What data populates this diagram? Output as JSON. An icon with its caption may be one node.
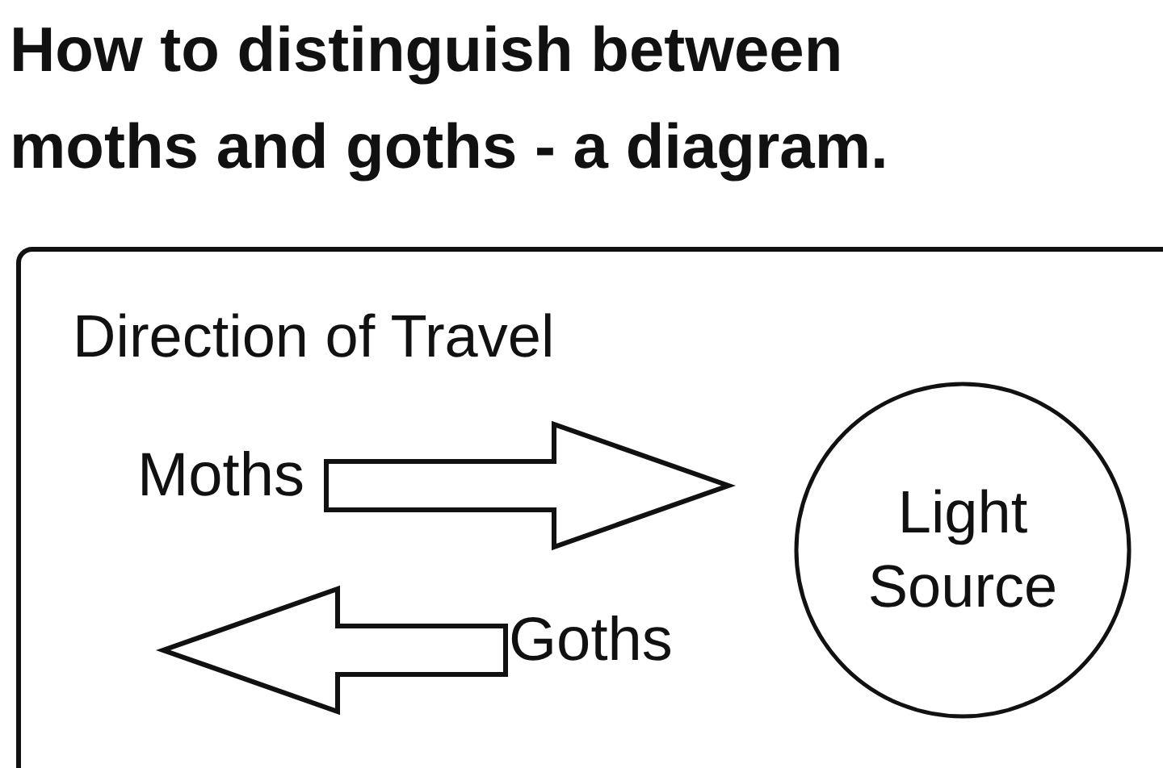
{
  "diagram": {
    "title": "How to distinguish between moths and goths - a diagram.",
    "nodes": [
      {
        "text": [
          "Direction of Travel"
        ]
      },
      {
        "text": [
          "Moths"
        ],
        "in": 0
      },
      {
        "text": [
          "Goths"
        ],
        "in": 0
      },
      {
        "text": [
          "Light Source"
        ],
        "in": 0
      }
    ],
    "edges": [
      {
        "from": 1,
        "to": 3,
        "arrow": "to",
        "style": "thick"
      },
      {
        "from": 2,
        "to": null,
        "arrow": "to",
        "style": "thick"
      }
    ]
  }
}
